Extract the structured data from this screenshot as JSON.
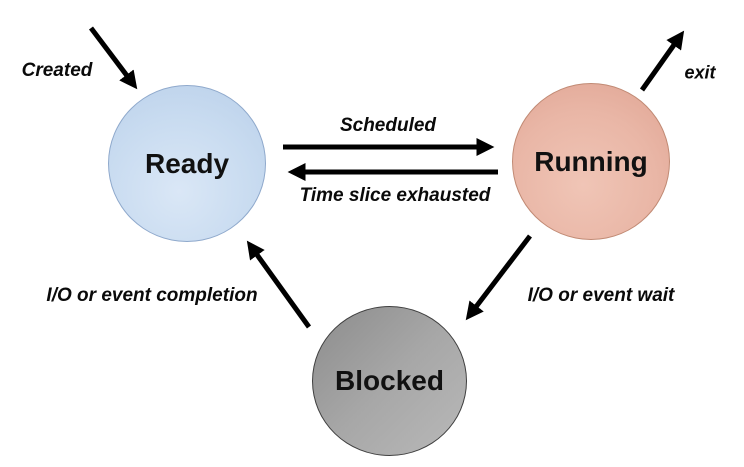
{
  "diagram": {
    "states": {
      "ready": {
        "label": "Ready",
        "fill": "#c8dbf0",
        "border": "#8fa9cc"
      },
      "running": {
        "label": "Running",
        "fill": "#e9b6a6",
        "border": "#c18a74"
      },
      "blocked": {
        "label": "Blocked",
        "fill": "#a7a7a7",
        "border": "#3f3f3f"
      }
    },
    "transitions": {
      "created": {
        "label": "Created",
        "from": "(new)",
        "to": "Ready"
      },
      "scheduled": {
        "label": "Scheduled",
        "from": "Ready",
        "to": "Running"
      },
      "time_slice": {
        "label": "Time slice exhausted",
        "from": "Running",
        "to": "Ready"
      },
      "exit": {
        "label": "exit",
        "from": "Running",
        "to": "(end)"
      },
      "io_wait": {
        "label": "I/O or event wait",
        "from": "Running",
        "to": "Blocked"
      },
      "io_completion": {
        "label": "I/O or event completion",
        "from": "Blocked",
        "to": "Ready"
      }
    },
    "colors": {
      "background": "#ffffff",
      "arrow": "#000000",
      "text": "#0a0a0a"
    }
  }
}
